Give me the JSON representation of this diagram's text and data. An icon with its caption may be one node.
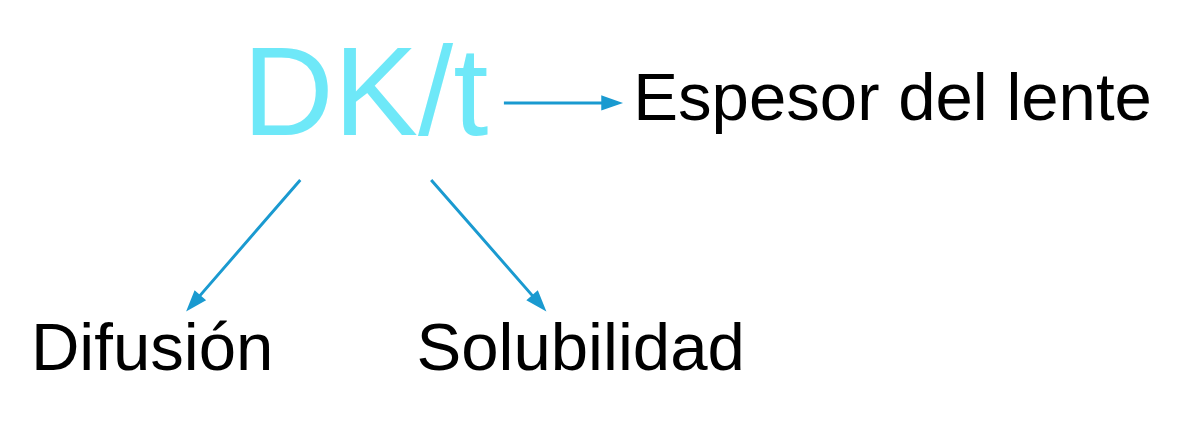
{
  "diagram": {
    "nodes": [
      {
        "text": [
          "DK/t"
        ]
      },
      {
        "text": [
          "Espesor del lente"
        ]
      },
      {
        "text": [
          "Difusión"
        ]
      },
      {
        "text": [
          "Solubilidad"
        ]
      }
    ],
    "edges": [
      {
        "from": 0,
        "to": 1,
        "arrow": "to"
      },
      {
        "from": 0,
        "to": 2,
        "arrow": "to"
      },
      {
        "from": 0,
        "to": 3,
        "arrow": "to"
      }
    ]
  }
}
